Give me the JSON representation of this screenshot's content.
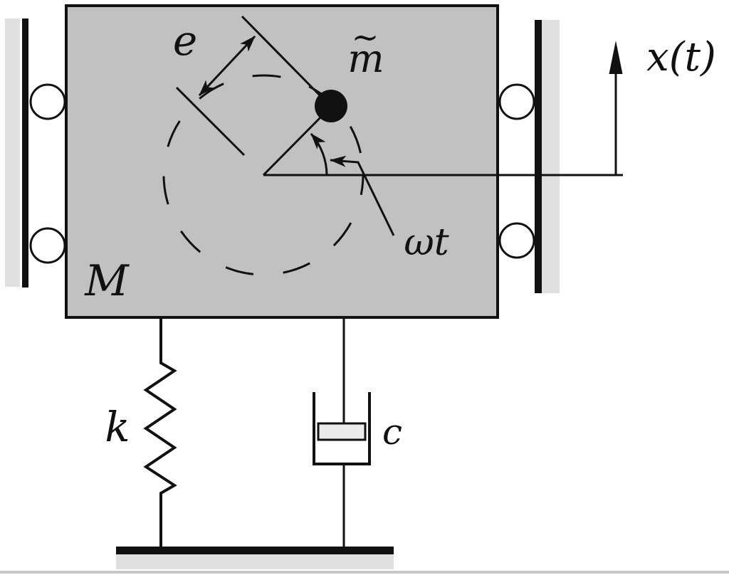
{
  "diagram": {
    "kind": "rotating-unbalance-spring-damper-system",
    "labels": {
      "main_mass": "M",
      "eccentric_mass_base": "m",
      "eccentric_mass_accent": "~",
      "eccentricity": "e",
      "rotation_angle": "ωt",
      "spring_constant": "k",
      "damping_constant": "c",
      "displacement": "x(t)"
    },
    "colors": {
      "mass_fill": "#c1c1c1",
      "wall_pad_fill": "#e0e0e0",
      "roller_fill": "#ebebeb",
      "piston_fill": "#ebebeb",
      "ground_pad_fill": "#e0e0e0",
      "bottom_strip_fill": "#c6c6c6",
      "line": "#111111"
    }
  }
}
